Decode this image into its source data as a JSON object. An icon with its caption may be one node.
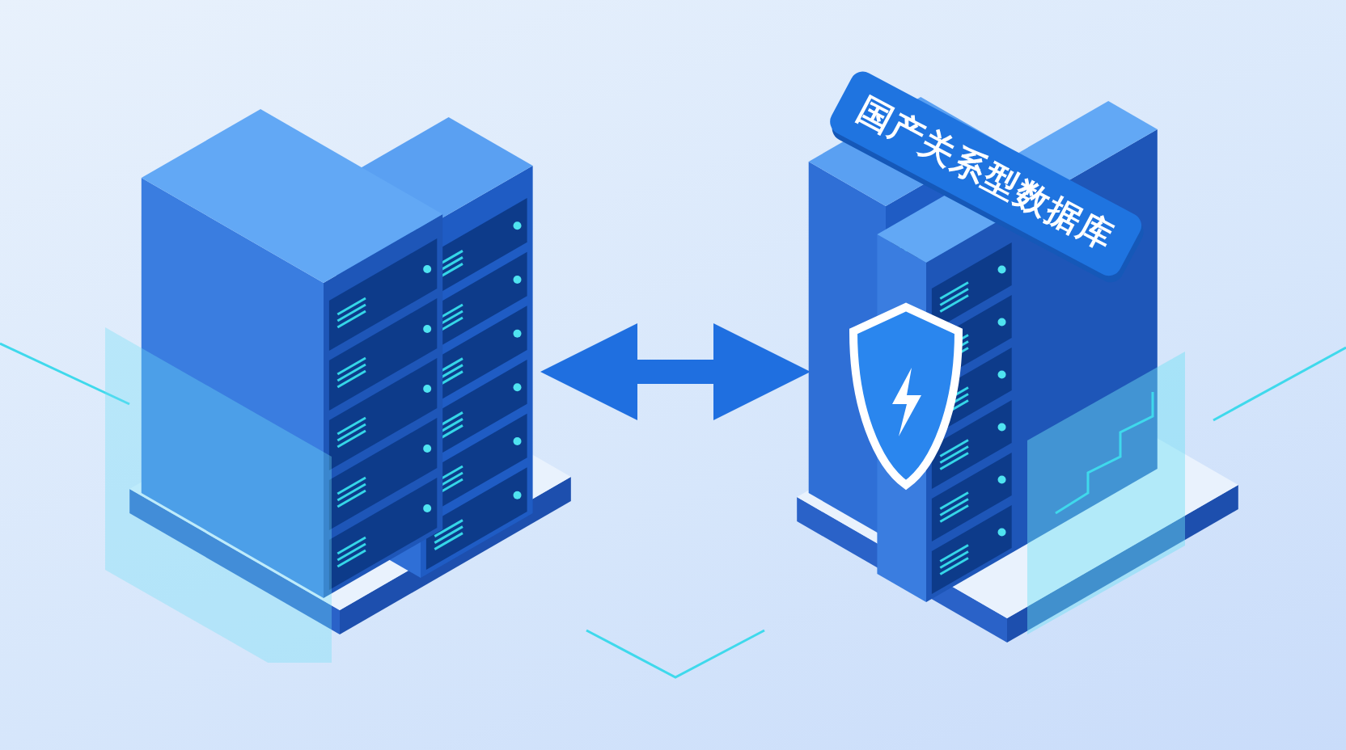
{
  "diagram": {
    "nodes": [
      {
        "text": [],
        "shape": "picture"
      },
      {
        "text": [
          "国产关系型数据库"
        ]
      }
    ],
    "edges": [
      {
        "from": 0,
        "to": 1,
        "arrow": "both",
        "style": "thick"
      },
      {
        "from": 0,
        "to": 1,
        "arrow": "none",
        "color": "#3fd9ec"
      }
    ]
  }
}
